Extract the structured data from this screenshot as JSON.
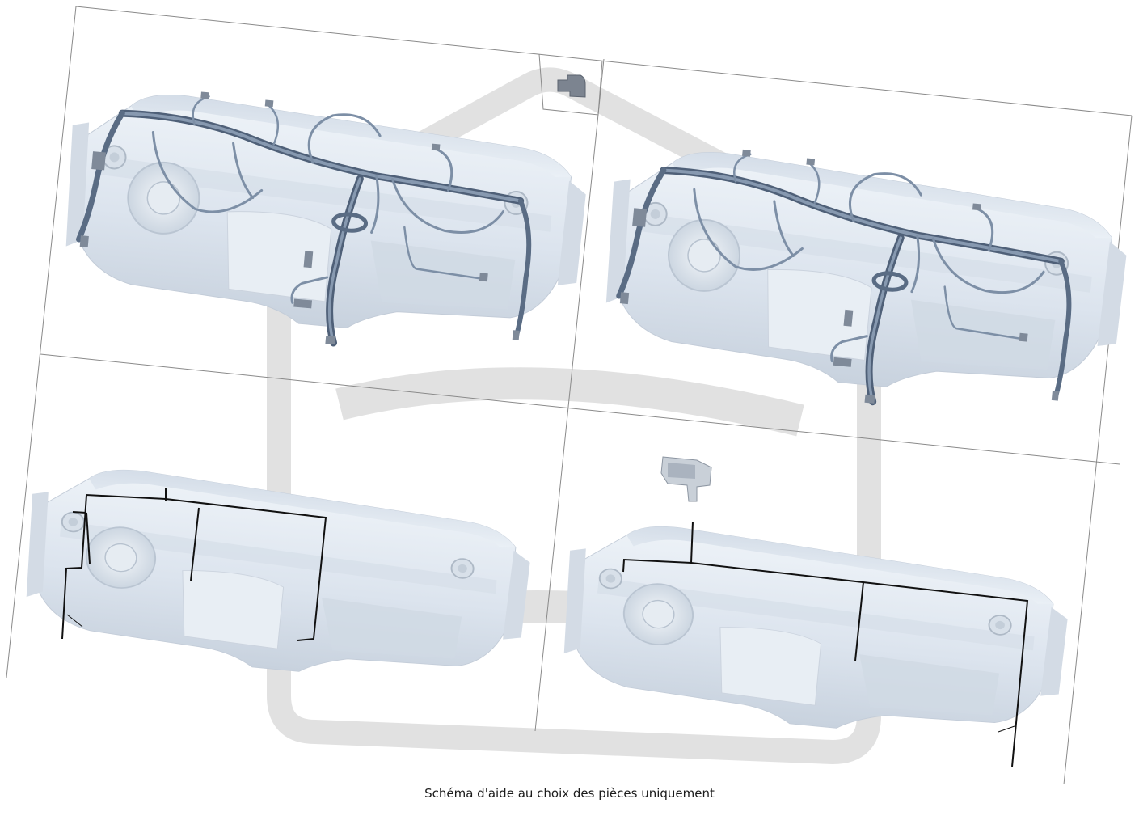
{
  "caption": "Schéma d'aide au choix des pièces uniquement",
  "colors": {
    "dash_fill": "#e3eaf2",
    "dash_shade": "#cfd8e3",
    "dash_dark": "#b9c4d2",
    "harness": "#6e819a",
    "harness_dark": "#4f6078",
    "frame_line": "#8a8a8a",
    "leader": "#111111",
    "watermark": "#d9d9d9",
    "connector": "#7f8a99"
  },
  "panels": [
    {
      "name": "panel-top-left",
      "content": "dashboard with wiring harness"
    },
    {
      "name": "panel-top-right",
      "content": "dashboard with wiring harness"
    },
    {
      "name": "panel-bottom-left",
      "content": "dashboard with part leader lines"
    },
    {
      "name": "panel-bottom-right",
      "content": "dashboard with module and part leader lines"
    }
  ],
  "icons": {
    "inset": "connector-module-icon",
    "watermark": "brand-shield-watermark-icon"
  }
}
